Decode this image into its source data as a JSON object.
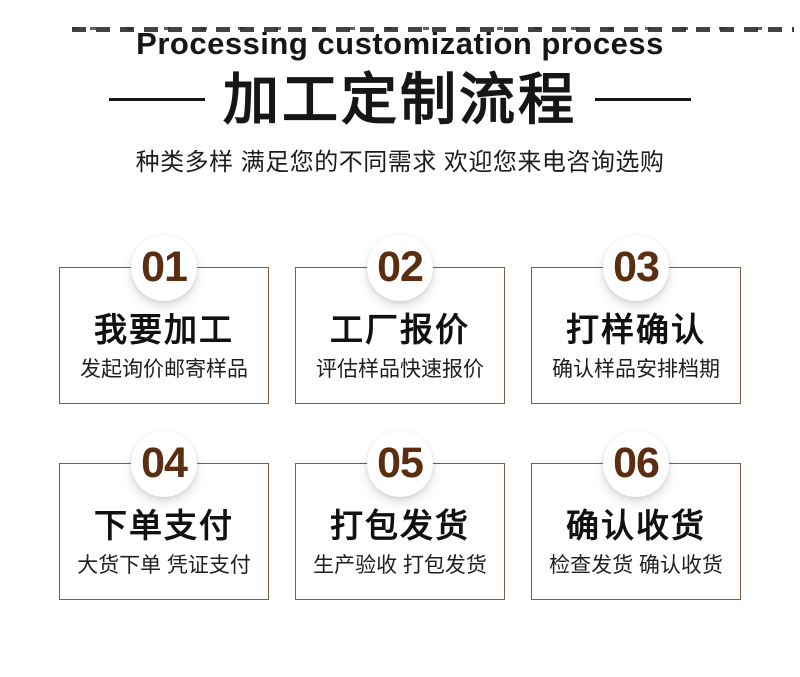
{
  "header": {
    "title_en": "Processing customization process",
    "title_zh": "加工定制流程",
    "subtitle": "种类多样 满足您的不同需求 欢迎您来电咨询选购"
  },
  "colors": {
    "number_brown": "#5b2d11",
    "card_border": "#7e5c48",
    "title_black": "#161616"
  },
  "steps": [
    {
      "number": "01",
      "title": "我要加工",
      "desc": "发起询价邮寄样品"
    },
    {
      "number": "02",
      "title": "工厂报价",
      "desc": "评估样品快速报价"
    },
    {
      "number": "03",
      "title": "打样确认",
      "desc": "确认样品安排档期"
    },
    {
      "number": "04",
      "title": "下单支付",
      "desc": "大货下单 凭证支付"
    },
    {
      "number": "05",
      "title": "打包发货",
      "desc": "生产验收 打包发货"
    },
    {
      "number": "06",
      "title": "确认收货",
      "desc": "检查发货 确认收货"
    }
  ]
}
